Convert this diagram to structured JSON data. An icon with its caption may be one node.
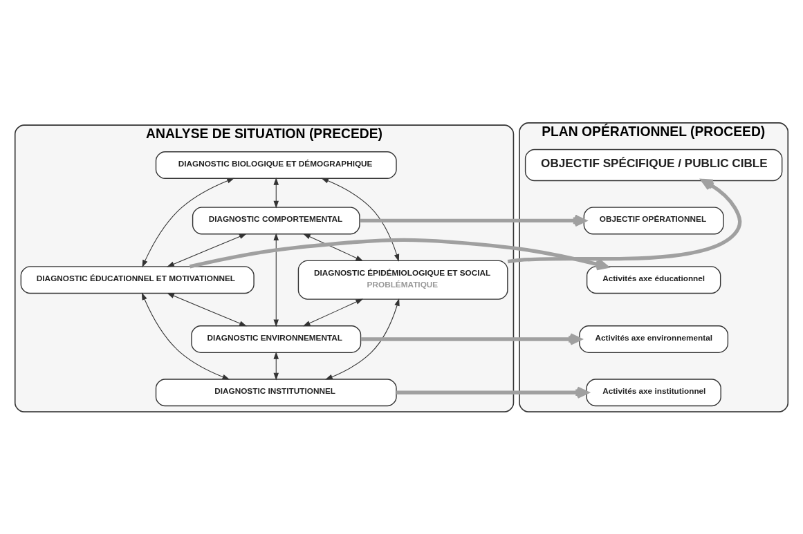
{
  "diagram": {
    "nodes": [
      {
        "text": [
          "ANALYSE DE SITUATION (PRECEDE)"
        ]
      },
      {
        "text": [
          "DIAGNOSTIC BIOLOGIQUE ET DÉMOGRAPHIQUE"
        ],
        "in": 0
      },
      {
        "text": [
          "DIAGNOSTIC COMPORTEMENTAL"
        ],
        "in": 0
      },
      {
        "text": [
          "DIAGNOSTIC ÉDUCATIONNEL ET MOTIVATIONNEL"
        ],
        "in": 0
      },
      {
        "text": [
          "DIAGNOSTIC ÉPIDÉMIOLOGIQUE ET SOCIAL",
          "PROBLÉMATIQUE"
        ],
        "in": 0
      },
      {
        "text": [
          "DIAGNOSTIC ENVIRONNEMENTAL"
        ],
        "in": 0
      },
      {
        "text": [
          "DIAGNOSTIC INSTITUTIONNEL"
        ],
        "in": 0
      },
      {
        "text": [
          "PLAN OPÉRATIONNEL (PROCEED)"
        ]
      },
      {
        "text": [
          "OBJECTIF SPÉCIFIQUE / PUBLIC CIBLE"
        ],
        "in": 7
      },
      {
        "text": [
          "OBJECTIF OPÉRATIONNEL"
        ],
        "in": 7
      },
      {
        "text": [
          "Activités axe éducationnel"
        ],
        "in": 7
      },
      {
        "text": [
          "Activités axe environnemental"
        ],
        "in": 7
      },
      {
        "text": [
          "Activités axe institutionnel"
        ],
        "in": 7
      }
    ],
    "edges": [
      {
        "from": 1,
        "to": 3,
        "arrow": "both"
      },
      {
        "from": 1,
        "to": 2,
        "arrow": "both"
      },
      {
        "from": 1,
        "to": 4,
        "arrow": "both"
      },
      {
        "from": 2,
        "to": 3,
        "arrow": "both"
      },
      {
        "from": 2,
        "to": 5,
        "arrow": "both"
      },
      {
        "from": 2,
        "to": 4,
        "arrow": "both"
      },
      {
        "from": 3,
        "to": 5,
        "arrow": "both"
      },
      {
        "from": 4,
        "to": 5,
        "arrow": "both"
      },
      {
        "from": 3,
        "to": 6,
        "arrow": "both"
      },
      {
        "from": 5,
        "to": 6,
        "arrow": "both"
      },
      {
        "from": 4,
        "to": 6,
        "arrow": "both"
      },
      {
        "from": 4,
        "to": 8,
        "arrow": "to",
        "style": "thick",
        "color": "#a0a0a0"
      },
      {
        "from": 2,
        "to": 9,
        "arrow": "to",
        "style": "thick",
        "color": "#a0a0a0"
      },
      {
        "from": 3,
        "to": 10,
        "arrow": "to",
        "style": "thick",
        "color": "#a0a0a0"
      },
      {
        "from": 5,
        "to": 11,
        "arrow": "to",
        "style": "thick",
        "color": "#a0a0a0"
      },
      {
        "from": 6,
        "to": 12,
        "arrow": "to",
        "style": "thick",
        "color": "#a0a0a0"
      }
    ]
  }
}
